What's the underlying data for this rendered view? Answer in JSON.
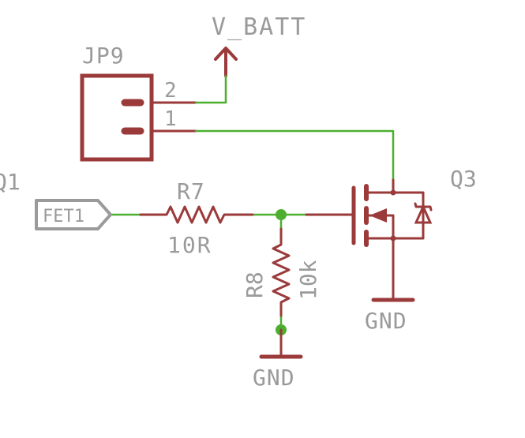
{
  "colors": {
    "wire": "#4caf2f",
    "part": "#9b3a3a",
    "label": "#9a9a9a",
    "junction": "#4caf2f",
    "background": "#ffffff"
  },
  "labels": {
    "vbatt": "V_BATT",
    "jp9": "JP9",
    "pin2": "2",
    "pin1": "1",
    "q1_partial": "Q1",
    "q3": "Q3",
    "r7_name": "R7",
    "r7_value": "10R",
    "r8_name": "R8",
    "r8_value": "10k",
    "fet1": "FET1",
    "gnd_right": "GND",
    "gnd_bottom": "GND"
  },
  "components": [
    {
      "ref": "JP9",
      "type": "2-pin header"
    },
    {
      "ref": "R7",
      "type": "resistor",
      "value": "10R"
    },
    {
      "ref": "R8",
      "type": "resistor",
      "value": "10k"
    },
    {
      "ref": "Q3",
      "type": "N-channel MOSFET"
    }
  ],
  "nets": [
    "V_BATT",
    "FET1",
    "GND"
  ]
}
